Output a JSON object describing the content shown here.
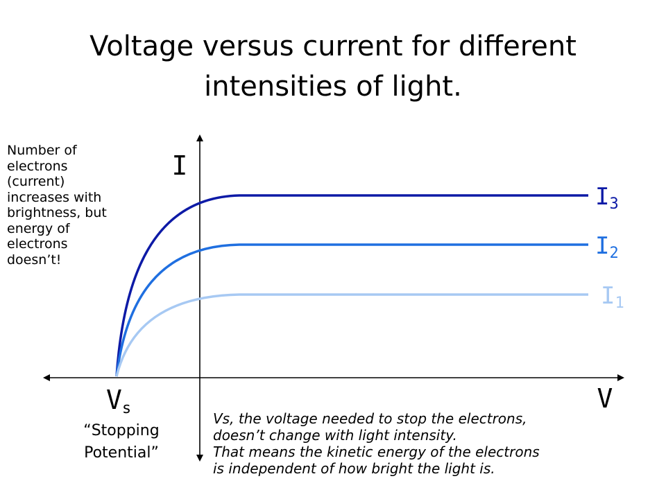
{
  "title_line1": "Voltage versus current for different",
  "title_line2": "intensities of light.",
  "side_note": [
    "Number of",
    "electrons",
    "(current)",
    "increases with",
    "brightness, but",
    "energy of",
    "electrons",
    "doesn’t!"
  ],
  "axes": {
    "y_label": "I",
    "x_label": "V"
  },
  "curves": [
    {
      "base": "I",
      "sub": "3",
      "color": "#0d1aa6",
      "level": 3
    },
    {
      "base": "I",
      "sub": "2",
      "color": "#1f6fe0",
      "level": 2
    },
    {
      "base": "I",
      "sub": "1",
      "color": "#a7c9f3",
      "level": 1
    }
  ],
  "stopping": {
    "base": "V",
    "sub": "s",
    "line1": "“Stopping",
    "line2": "Potential”"
  },
  "note_lines": [
    "Vs, the voltage needed to stop the electrons,",
    "doesn’t change with light intensity.",
    "That means the kinetic energy of the electrons",
    "is independent of how bright the light is."
  ]
}
